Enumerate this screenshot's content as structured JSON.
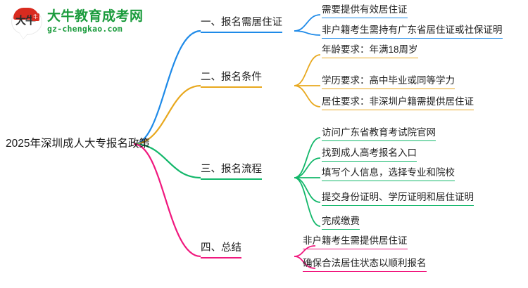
{
  "logo": {
    "mark_text": "大牛",
    "seal_glyph": "牛",
    "title": "大牛教育成考网",
    "subtitle": "gz-chengkao.com",
    "brand_green": "#1a9b3c",
    "brand_red": "#d92b1f"
  },
  "root": {
    "label": "2025年深圳成人大专报名政策"
  },
  "branches": [
    {
      "id": "branch-1",
      "label": "一、报名需居住证",
      "color": "#1e8ae8",
      "children": [
        {
          "label": "需要提供有效居住证"
        },
        {
          "label": "非户籍考生需持有广东省居住证或社保证明"
        }
      ]
    },
    {
      "id": "branch-2",
      "label": "二、报名条件",
      "color": "#e8a81e",
      "children": [
        {
          "label": "年龄要求：年满18周岁"
        },
        {
          "label": "学历要求：高中毕业或同等学力"
        },
        {
          "label": "居住要求：非深圳户籍需提供居住证"
        }
      ]
    },
    {
      "id": "branch-3",
      "label": "三、报名流程",
      "color": "#12b76a",
      "children": [
        {
          "label": "访问广东省教育考试院官网"
        },
        {
          "label": "找到成人高考报名入口"
        },
        {
          "label": "填写个人信息，选择专业和院校"
        },
        {
          "label": "提交身份证明、学历证明和居住证明"
        },
        {
          "label": "完成缴费"
        }
      ]
    },
    {
      "id": "branch-4",
      "label": "四、总结",
      "color": "#f0187e",
      "children": [
        {
          "label": "非户籍考生需提供居住证"
        },
        {
          "label": "确保合法居住状态以顺利报名"
        }
      ]
    }
  ]
}
